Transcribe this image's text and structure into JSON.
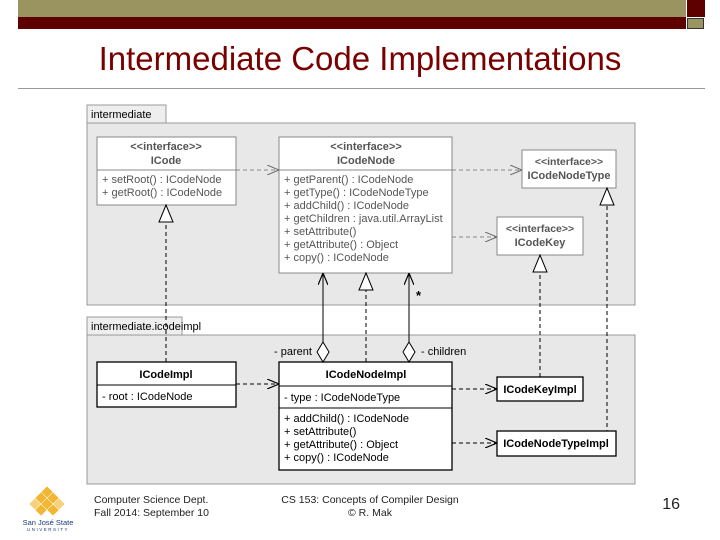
{
  "slide": {
    "title": "Intermediate Code Implementations",
    "page_number": "16",
    "colors": {
      "olive": "#9a9460",
      "dark_red": "#5e0000",
      "title": "#7a0000",
      "package_fill": "#e8e8e8"
    }
  },
  "diagram": {
    "packages": [
      {
        "name": "intermediate"
      },
      {
        "name": "intermediate.icodeimpl"
      }
    ],
    "classes": {
      "icode": {
        "stereotype": "<<interface>>",
        "name": "ICode",
        "members": [
          "+ setRoot() : ICodeNode",
          "+ getRoot() : ICodeNode"
        ]
      },
      "icodenode": {
        "stereotype": "<<interface>>",
        "name": "ICodeNode",
        "members": [
          "+ getParent() : ICodeNode",
          "+ getType() : ICodeNodeType",
          "+ addChild() : ICodeNode",
          "+ getChildren : java.util.ArrayList",
          "+ setAttribute()",
          "+ getAttribute() : Object",
          "+ copy() : ICodeNode"
        ]
      },
      "icodenodetype": {
        "stereotype": "<<interface>>",
        "name": "ICodeNodeType"
      },
      "icodekey": {
        "stereotype": "<<interface>>",
        "name": "ICodeKey"
      },
      "icodeimpl": {
        "name": "ICodeImpl",
        "fields": [
          "-  root : ICodeNode"
        ]
      },
      "icodenodeimpl": {
        "name": "ICodeNodeImpl",
        "fields": [
          "-  type : ICodeNodeType"
        ],
        "members": [
          "+ addChild() : ICodeNode",
          "+ setAttribute()",
          "+ getAttribute() : Object",
          "+ copy() : ICodeNode"
        ]
      },
      "icodekeyimpl": {
        "name": "ICodeKeyImpl"
      },
      "icodenodetypeimpl": {
        "name": "ICodeNodeTypeImpl"
      }
    },
    "labels": {
      "parent": "- parent",
      "children": "- children",
      "multiplicity": "*"
    }
  },
  "footer": {
    "logo_text": "San José State UNIVERSITY",
    "left_line1": "Computer Science Dept.",
    "left_line2": "Fall 2014: September 10",
    "center_line1": "CS 153: Concepts of Compiler Design",
    "center_line2": "© R. Mak"
  }
}
